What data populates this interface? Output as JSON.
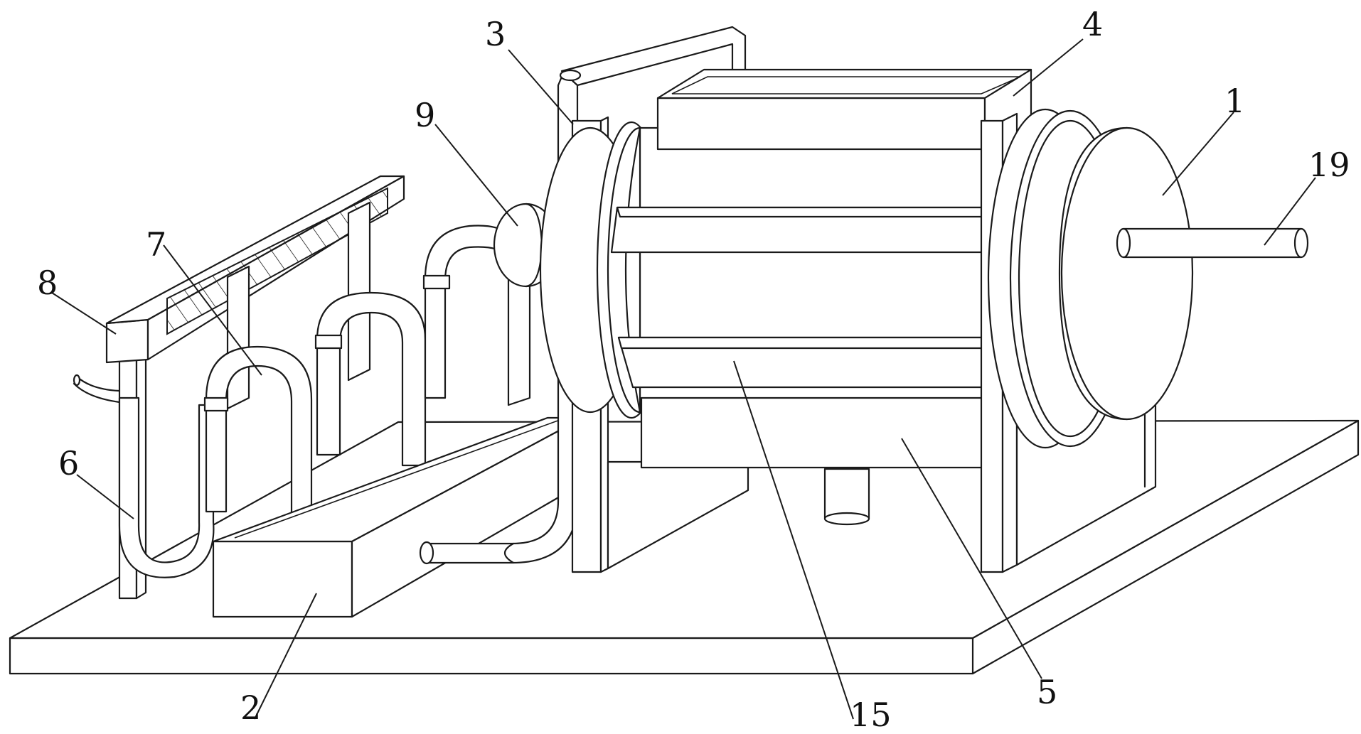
{
  "labels": {
    "l1": "1",
    "l2": "2",
    "l3": "3",
    "l4": "4",
    "l5": "5",
    "l6": "6",
    "l7": "7",
    "l8": "8",
    "l9": "9",
    "l15": "15",
    "l19": "19"
  },
  "colors": {
    "stroke": "#1a1a1a",
    "background": "#ffffff"
  }
}
